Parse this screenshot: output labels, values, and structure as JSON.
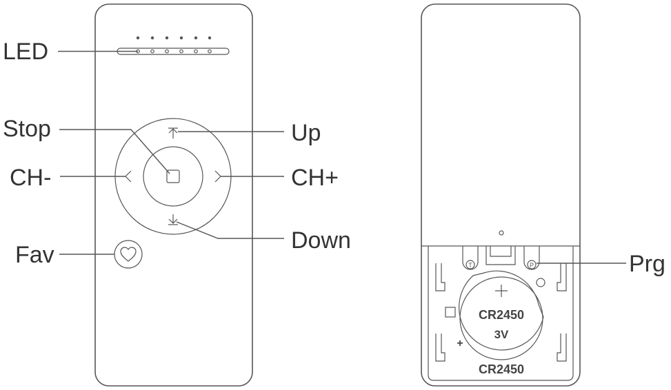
{
  "labels": {
    "led": "LED",
    "stop": "Stop",
    "up": "Up",
    "ch_minus": "CH-",
    "ch_plus": "CH+",
    "down": "Down",
    "fav": "Fav",
    "prg": "Prg"
  },
  "battery": {
    "model": "CR2450",
    "voltage": "3V",
    "polarity_symbol": "+",
    "compartment_label": "CR2450"
  },
  "back_contacts": {
    "t": "T",
    "p": "P"
  },
  "colors": {
    "stroke": "#555555",
    "text": "#333333",
    "background": "#ffffff"
  },
  "icons": {
    "up": "arrow-up-to-line-icon",
    "down": "arrow-down-to-line-icon",
    "ch_minus": "chevron-left-icon",
    "ch_plus": "chevron-right-icon",
    "stop": "square-icon",
    "fav": "heart-icon"
  }
}
